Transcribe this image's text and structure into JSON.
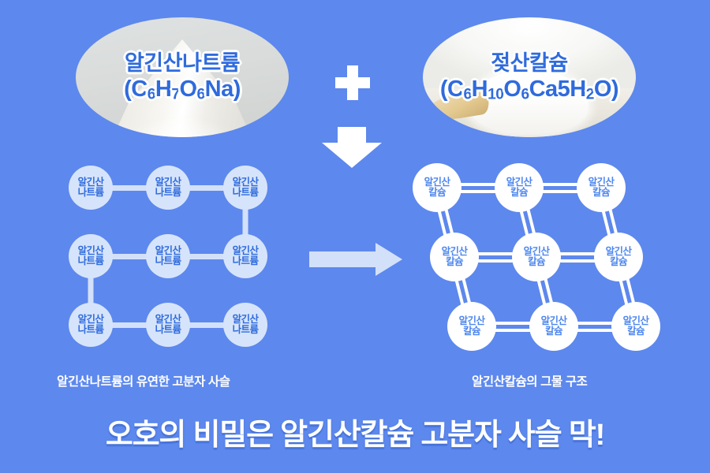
{
  "background_color": "#5d88ed",
  "accent_light": "#d3e0f9",
  "text_blue": "#2f6bdd",
  "ingredients": {
    "left": {
      "name": "알긴산나트륨",
      "formula_parts": [
        {
          "t": "(C",
          "sub": false
        },
        {
          "t": "6",
          "sub": true
        },
        {
          "t": "H",
          "sub": false
        },
        {
          "t": "7",
          "sub": true
        },
        {
          "t": "O",
          "sub": false
        },
        {
          "t": "6",
          "sub": true
        },
        {
          "t": "Na)",
          "sub": false
        }
      ],
      "formula_plain": "(C6H7O6Na)",
      "image": "white-powder-pile-photo"
    },
    "right": {
      "name": "젖산칼슘",
      "formula_parts": [
        {
          "t": "(C",
          "sub": false
        },
        {
          "t": "6",
          "sub": true
        },
        {
          "t": "H",
          "sub": false
        },
        {
          "t": "10",
          "sub": true
        },
        {
          "t": "O",
          "sub": false
        },
        {
          "t": "6",
          "sub": true
        },
        {
          "t": "Ca5H",
          "sub": false
        },
        {
          "t": "2",
          "sub": true
        },
        {
          "t": "O)",
          "sub": false
        }
      ],
      "formula_plain": "(C6H10O6Ca5H2O)",
      "image": "milk-powder-with-wooden-spoon-photo"
    }
  },
  "operators": {
    "plus": "+",
    "down_arrow": "↓",
    "transform_arrow": "→"
  },
  "diagrams": {
    "left": {
      "node_label_line1": "알긴산",
      "node_label_line2": "나트륨",
      "node_count": 9,
      "bond_style": "single",
      "layout": "serpentine-chain-3x3",
      "node_fill": "#d6e4fb",
      "node_text_color": "#2f6bdd",
      "caption": "알긴산나트륨의 유연한 고분자 사슬"
    },
    "right": {
      "node_label_line1": "알긴산",
      "node_label_line2": "칼슘",
      "node_count": 9,
      "bond_style": "double",
      "layout": "offset-mesh-3x3",
      "node_fill": "#ffffff",
      "node_text_color": "#4e87ef",
      "caption": "알긴산칼슘의 그물 구조"
    }
  },
  "headline": "오호의 비밀은 알긴산칼슘 고분자 사슬 막!"
}
